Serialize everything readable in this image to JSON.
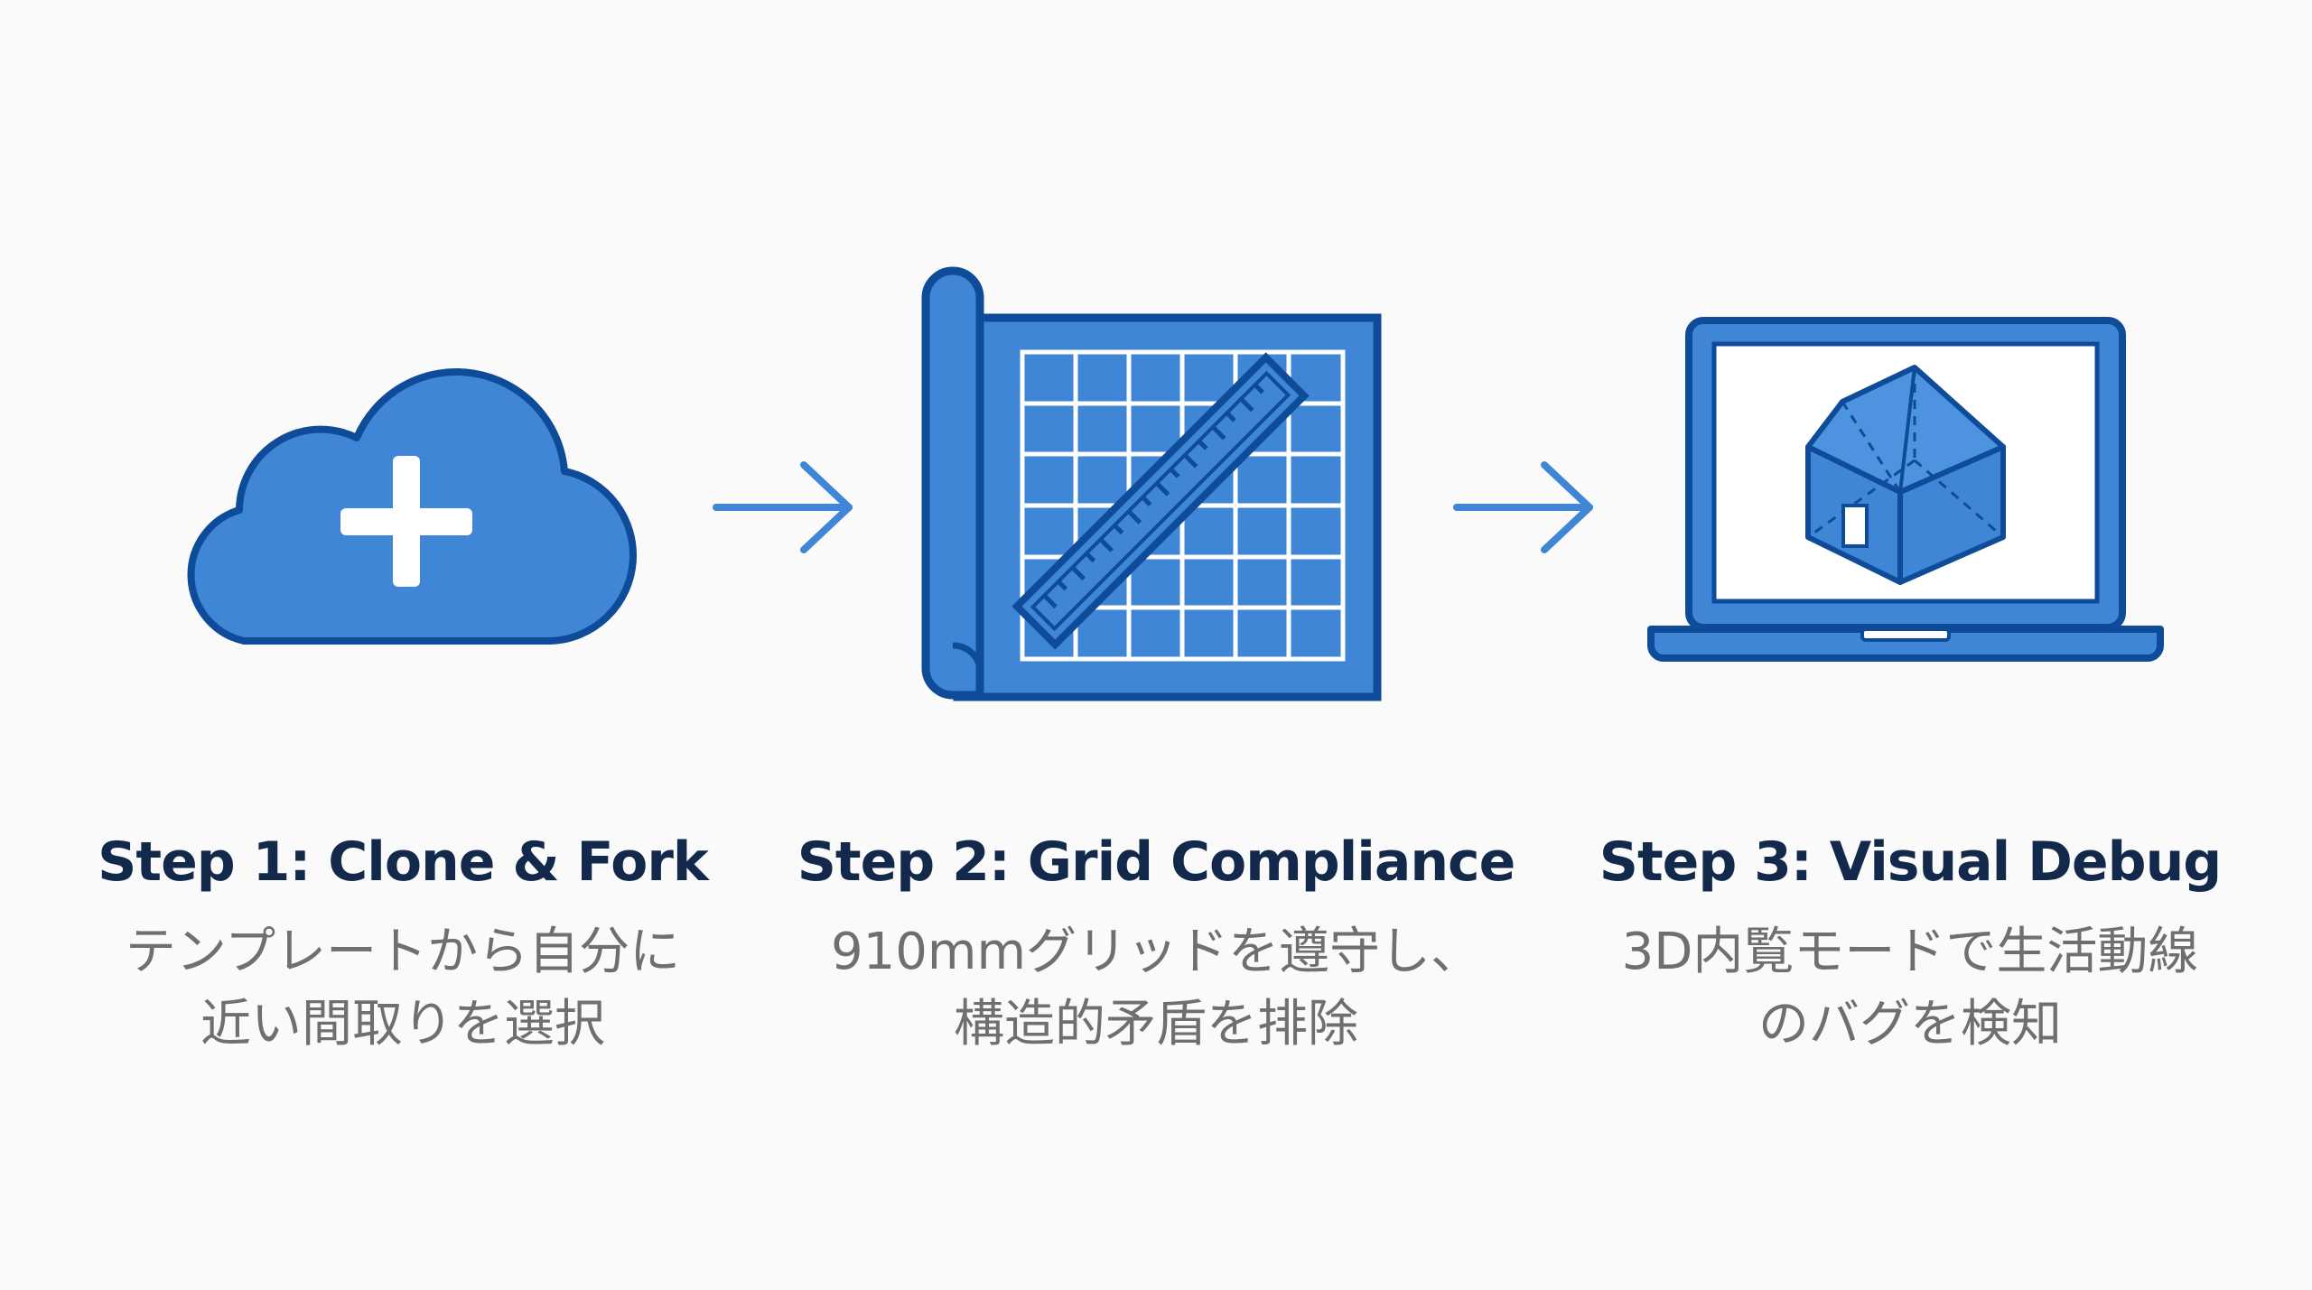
{
  "colors": {
    "accent_fill": "#3f86d6",
    "accent_stroke": "#0e4c99",
    "title_text": "#13294b",
    "desc_text": "#6f6f6f",
    "background": "#fafafa"
  },
  "icons": [
    "cloud-plus-icon",
    "blueprint-ruler-icon",
    "laptop-house-icon",
    "arrow-right-icon"
  ],
  "steps": [
    {
      "title": "Step 1: Clone & Fork",
      "desc_line1": "テンプレートから自分に",
      "desc_line2": "近い間取りを選択"
    },
    {
      "title": "Step 2: Grid Compliance",
      "desc_line1": "910mmグリッドを遵守し、",
      "desc_line2": "構造的矛盾を排除"
    },
    {
      "title": "Step 3: Visual Debug",
      "desc_line1": "3D内覧モードで生活動線",
      "desc_line2": "のバグを検知"
    }
  ]
}
